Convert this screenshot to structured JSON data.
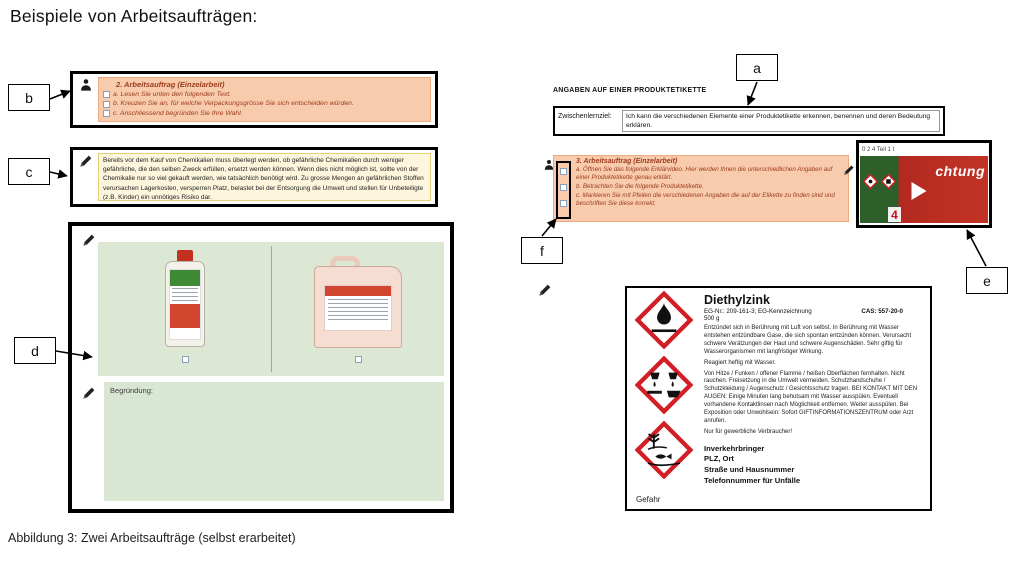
{
  "page": {
    "title": "Beispiele von Arbeitsaufträgen:",
    "caption": "Abbildung 3: Zwei Arbeitsaufträge (selbst erarbeitet)"
  },
  "annotations": {
    "a": "a",
    "b": "b",
    "c": "c",
    "d": "d",
    "e": "e",
    "f": "f"
  },
  "worksheet_left": {
    "task": {
      "title": "2. Arbeitsauftrag (Einzelarbeit)",
      "items": [
        "a. Lesen Sie unten den folgenden Text.",
        "b. Kreuzen Sie an, für welche Verpackungsgrösse Sie sich entscheiden würden.",
        "c. Anschliessend begründen Sie Ihre Wahl."
      ]
    },
    "info_text": "Bereits vor dem Kauf von Chemikalien muss überlegt werden, ob gefährliche Chemikalien durch weniger gefährliche, die den selben Zweck erfüllen, ersetzt werden können. Wenn dies nicht möglich ist, sollte von der Chemikalie nur so viel gekauft werden, wie tatsächlich benötigt wird. Zu grosse Mengen an gefährlichen Stoffen verursachen Lagerkosten, versperren Platz, belastet bei der Entsorgung die Umwelt und stellen für Unbeteiligte (z.B. Kinder) ein unnötiges Risiko dar.",
    "begruendung_label": "Begründung:"
  },
  "worksheet_right": {
    "header": "ANGABEN AUF EINER PRODUKTETIKETTE",
    "lernziel": {
      "label": "Zwischenlernziel:",
      "text": "Ich kann die verschiedenen Elemente einer Produktetikette erkennen, benennen und deren Bedeutung erklären."
    },
    "task": {
      "title": "3. Arbeitsauftrag (Einzelarbeit)",
      "items": [
        "a. Öffnen Sie das folgende Erklärvideo. Hier werden Ihnen die unterschiedlichen Angaben auf einer Produktetikette genau erklärt.",
        "b. Betrachten Sie die folgende Produktetikette.",
        "c. Markieren Sie mit Pfeilen die verschiedenen Angaben die auf der Etikette zu finden sind und beschriften Sie diese korrekt."
      ]
    },
    "video": {
      "title_bar": "0 2 4 Teil 1 t",
      "overlay_text": "chtung",
      "badge": "4"
    },
    "etikette": {
      "product_name": "Diethylzink",
      "eg_line": "EG-Nr.: 209-161-3; EG-Kennzeichnung",
      "cas_line": "CAS: 557-20-0",
      "amount": "500 g",
      "hazard_statements": "Entzündet sich in Berührung mit Luft von selbst. In Berührung mit Wasser entstehen entzündbare Gase, die sich spontan entzünden können. Verursacht schwere Verätzungen der Haut und schwere Augenschäden. Sehr giftig für Wasserorganismen mit langfristiger Wirkung.",
      "reaction_note": "Reagiert heftig mit Wasser.",
      "precaution_statements": "Von Hitze / Funken / offener Flamme / heißen Oberflächen fernhalten. Nicht rauchen. Freisetzung in die Umwelt vermeiden. Schutzhandschuhe / Schutzkleidung / Augenschutz / Gesichtsschutz tragen. BEI KONTAKT MIT DEN AUGEN: Einige Minuten lang behutsam mit Wasser ausspülen. Eventuell vorhandene Kontaktlinsen nach Möglichkeit entfernen. Weiter ausspülen. Bei Exposition oder Unwohlsein: Sofort GIFTINFORMATIONSZENTRUM oder Arzt anrufen.",
      "consumer_note": "Nur für gewerbliche Verbraucher!",
      "signal_word": "Gefahr",
      "manufacturer": [
        "Inverkehrbringer",
        "PLZ, Ort",
        "Straße und Hausnummer",
        "Telefonnummer für Unfälle"
      ]
    }
  },
  "icons": {
    "person-icon": "person silhouette",
    "pencil-icon": "writing pencil ✎",
    "writing-hand-icon": "hand with pen",
    "play-icon": "play triangle",
    "ghs-flame-icon": "GHS02 flammable",
    "ghs-corrosion-icon": "GHS05 corrosive",
    "ghs-environment-icon": "GHS09 environmental hazard"
  },
  "colors": {
    "task_bg": "#F8CBAD",
    "task_text": "#9C3B1E",
    "info_bg": "#FDF6DD",
    "panel_green": "#D9E6D2",
    "ghs_red": "#D21F26",
    "video_red": "#C23325"
  }
}
